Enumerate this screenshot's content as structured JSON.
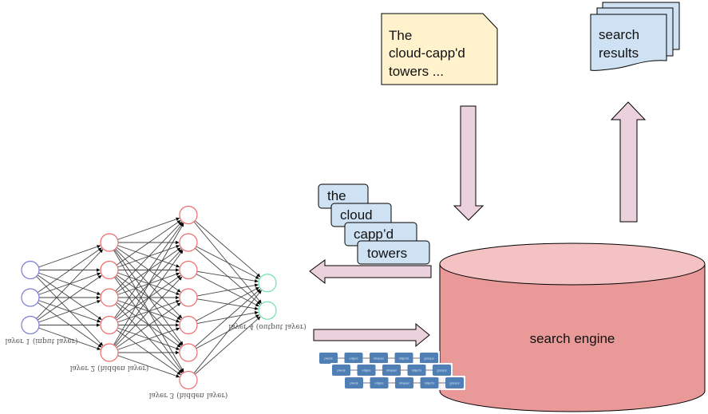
{
  "document": {
    "text": [
      "The",
      "cloud-capp'd",
      "towers ..."
    ],
    "fill": "#fff2cc",
    "icon": "document-icon"
  },
  "search_results": {
    "text": [
      "search",
      "results"
    ],
    "fill": "#cfe2f3",
    "icon": "multi-document-icon"
  },
  "search_engine": {
    "label": "search engine",
    "body_fill": "#ea9999",
    "top_fill": "#f4c2c2",
    "icon": "database-cylinder-icon"
  },
  "tokens": {
    "items": [
      "the",
      "cloud",
      "capp’d",
      "towers"
    ],
    "fill": "#cfe2f3"
  },
  "arrows": {
    "fill": "#ead1dc",
    "items": [
      {
        "name": "document-to-engine-arrow",
        "direction": "down"
      },
      {
        "name": "engine-to-results-arrow",
        "direction": "up"
      },
      {
        "name": "engine-to-network-arrow",
        "direction": "left"
      },
      {
        "name": "network-to-engine-arrow",
        "direction": "right"
      }
    ]
  },
  "feature_chains": {
    "fill": "#4f7fb5",
    "rows": [
      [
        "pixels",
        "edges",
        "shapes",
        "objects",
        "groups"
      ],
      [
        "pixels",
        "edges",
        "shapes",
        "objects",
        "groups"
      ],
      [
        "pixels",
        "edges",
        "shapes",
        "objects",
        "groups"
      ]
    ]
  },
  "neural_network": {
    "orientation": "vertically flipped",
    "layers": [
      {
        "label": "layer 1 (input layer)",
        "nodes": 3,
        "color": "#7b7bd6"
      },
      {
        "label": "layer 2 (hidden layer)",
        "nodes": 5,
        "color": "#ee6d6d"
      },
      {
        "label": "layer 3 (hidden layer)",
        "nodes": 7,
        "color": "#ee6d6d"
      },
      {
        "label": "layer 4 (output layer)",
        "nodes": 2,
        "color": "#6fe3a6"
      }
    ]
  }
}
